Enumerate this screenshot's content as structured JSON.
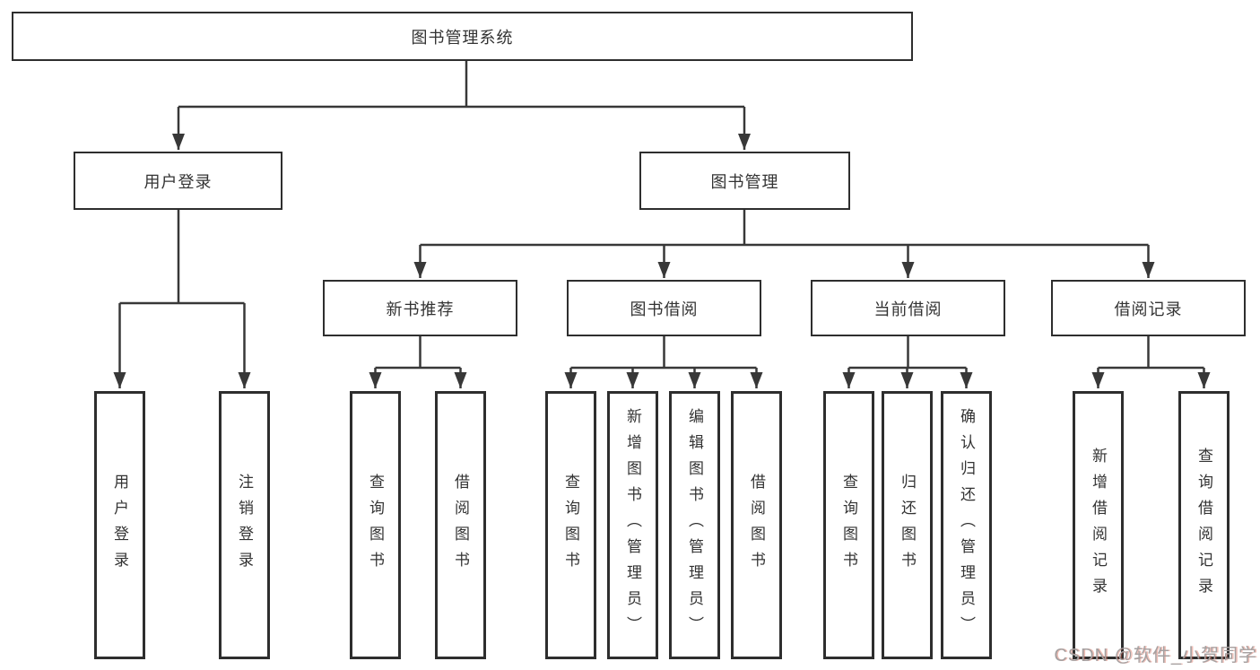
{
  "tree": {
    "root": "图书管理系统",
    "branches": [
      {
        "label": "用户登录",
        "children": [
          "用户登录",
          "注销登录"
        ]
      },
      {
        "label": "图书管理",
        "sections": [
          {
            "label": "新书推荐",
            "children": [
              "查询图书",
              "借阅图书"
            ]
          },
          {
            "label": "图书借阅",
            "children": [
              "查询图书",
              "新增图书（管理员）",
              "编辑图书（管理员）",
              "借阅图书"
            ]
          },
          {
            "label": "当前借阅",
            "children": [
              "查询图书",
              "归还图书",
              "确认归还（管理员）"
            ]
          },
          {
            "label": "借阅记录",
            "children": [
              "新增借阅记录",
              "查询借阅记录"
            ]
          }
        ]
      }
    ]
  },
  "watermark": {
    "text": "CSDN @软件_小贺同学"
  },
  "colors": {
    "line": "#383838",
    "box_border": "#2e2e2e",
    "text": "#333333",
    "watermark": "#a5a0a0"
  }
}
